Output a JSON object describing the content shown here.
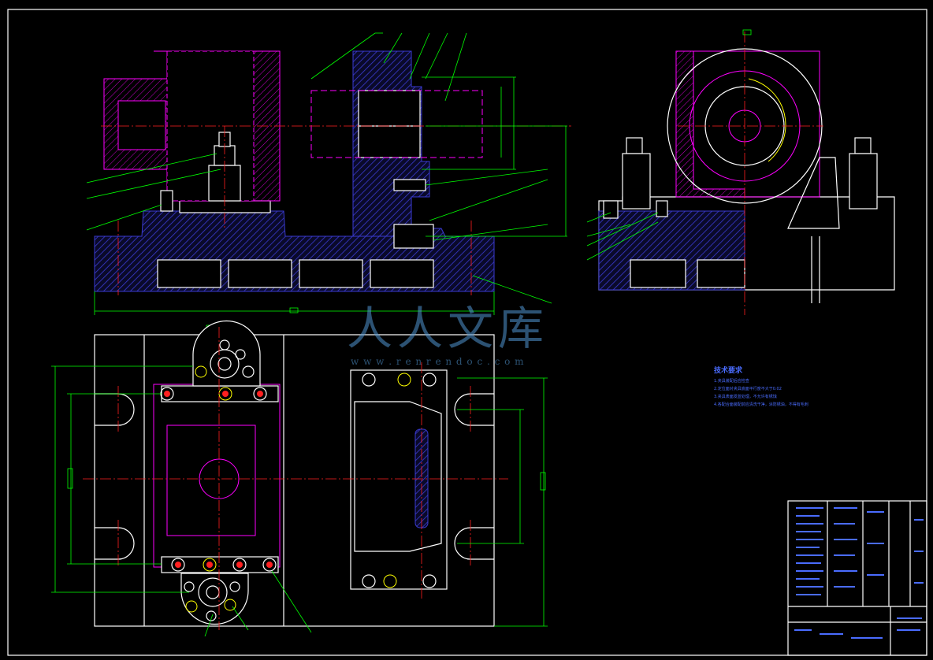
{
  "watermark": {
    "main": "人人文库",
    "url": "w w w . r e n r e n d o c . c o m"
  },
  "tech_notes": {
    "title": "技术要求",
    "lines": [
      "1.夹具装配后应检查",
      "2.定位面对夹具底面平行度不大于0.02",
      "3.夹具表面发蓝处理，不允许有锈蚀",
      "4.各配合面装配前应清洗干净，涂防锈油，不得有毛刺"
    ]
  },
  "colors": {
    "outline": "#ffffff",
    "section": "#ff00ff",
    "dimension": "#00ff00",
    "centerline": "#ff2020",
    "hatch": "#3a3ad0",
    "highlight": "#ffff00",
    "note": "#4a6cff"
  }
}
